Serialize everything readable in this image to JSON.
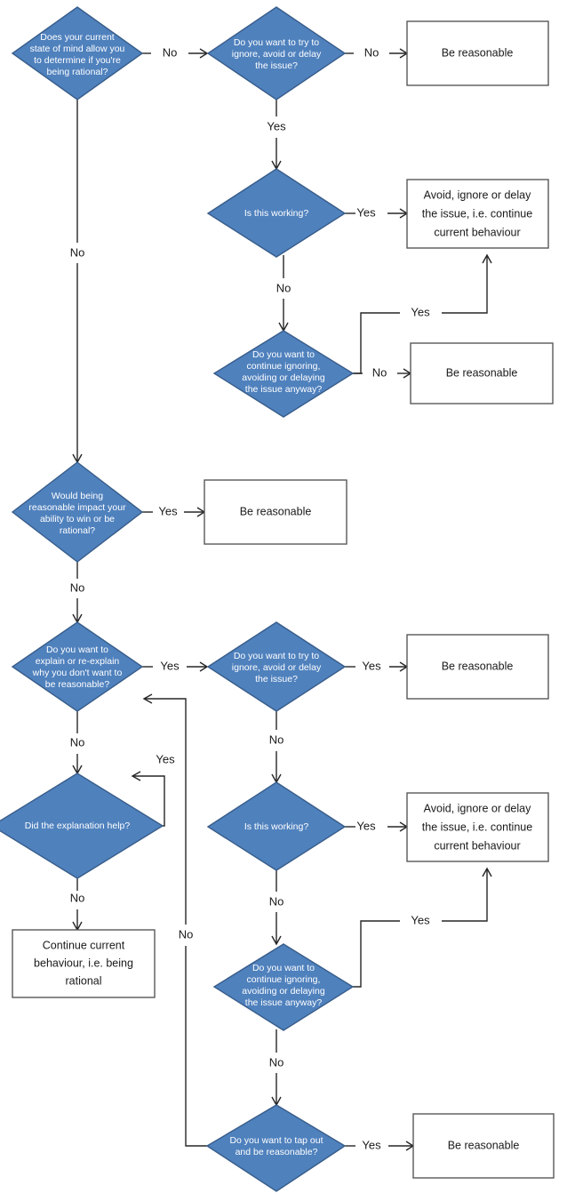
{
  "diagram": {
    "title": "Rationality decision flowchart",
    "colors": {
      "node_fill": "#4F81BD",
      "node_stroke": "#385D8A",
      "box_fill": "#FFFFFF",
      "box_stroke": "#595959",
      "connector": "#262626",
      "node_text": "#FFFFFF",
      "box_text": "#1A1A1A",
      "background": "#FFFFFF"
    },
    "nodes": {
      "d1": {
        "type": "decision",
        "lines": [
          "Does your current",
          "state of mind allow you",
          "to determine if you're",
          "being rational?"
        ]
      },
      "d2": {
        "type": "decision",
        "lines": [
          "Do you want to try to",
          "ignore, avoid  or delay",
          "the issue?"
        ]
      },
      "b1": {
        "type": "terminal",
        "lines": [
          "Be reasonable"
        ]
      },
      "d3": {
        "type": "decision",
        "lines": [
          "Is this working?"
        ]
      },
      "b2": {
        "type": "terminal",
        "lines": [
          "Avoid, ignore or delay",
          "the issue, i.e. continue",
          "current behaviour"
        ]
      },
      "d4": {
        "type": "decision",
        "lines": [
          "Do you want to",
          "continue ignoring,",
          "avoiding  or delaying",
          "the issue anyway?"
        ]
      },
      "b3": {
        "type": "terminal",
        "lines": [
          "Be reasonable"
        ]
      },
      "d5": {
        "type": "decision",
        "lines": [
          "Would being",
          "reasonable impact your",
          "ability to win or be",
          "rational?"
        ]
      },
      "b4": {
        "type": "terminal",
        "lines": [
          "Be reasonable"
        ]
      },
      "d6": {
        "type": "decision",
        "lines": [
          "Do you want to",
          "explain or re-explain",
          "why you don't want to",
          "be reasonable?"
        ]
      },
      "d7": {
        "type": "decision",
        "lines": [
          "Did the explanation help?"
        ]
      },
      "b5": {
        "type": "terminal",
        "lines": [
          "Continue current",
          "behaviour, i.e. being",
          "rational"
        ]
      },
      "d8": {
        "type": "decision",
        "lines": [
          "Do you want to try to",
          "ignore, avoid  or delay",
          "the issue?"
        ]
      },
      "b6": {
        "type": "terminal",
        "lines": [
          "Be reasonable"
        ]
      },
      "d9": {
        "type": "decision",
        "lines": [
          "Is this working?"
        ]
      },
      "b7": {
        "type": "terminal",
        "lines": [
          "Avoid, ignore or delay",
          "the issue, i.e. continue",
          "current behaviour"
        ]
      },
      "d10": {
        "type": "decision",
        "lines": [
          "Do you want to",
          "continue ignoring,",
          "avoiding  or delaying",
          "the issue anyway?"
        ]
      },
      "d11": {
        "type": "decision",
        "lines": [
          "Do you want to tap out",
          "and be reasonable?"
        ]
      },
      "b8": {
        "type": "terminal",
        "lines": [
          "Be reasonable"
        ]
      }
    },
    "edge_labels": {
      "e1": "No",
      "e2": "Yes",
      "e3": "No",
      "e4": "Yes",
      "e5": "No",
      "e6": "Yes",
      "e7": "No",
      "e8": "No",
      "e9": "Yes",
      "e10": "No",
      "e11": "Yes",
      "e12": "No",
      "e13": "Yes",
      "e14": "No",
      "e15": "No",
      "e16": "Yes",
      "e17": "No",
      "e18": "Yes",
      "e19": "No",
      "e20": "Yes"
    }
  }
}
